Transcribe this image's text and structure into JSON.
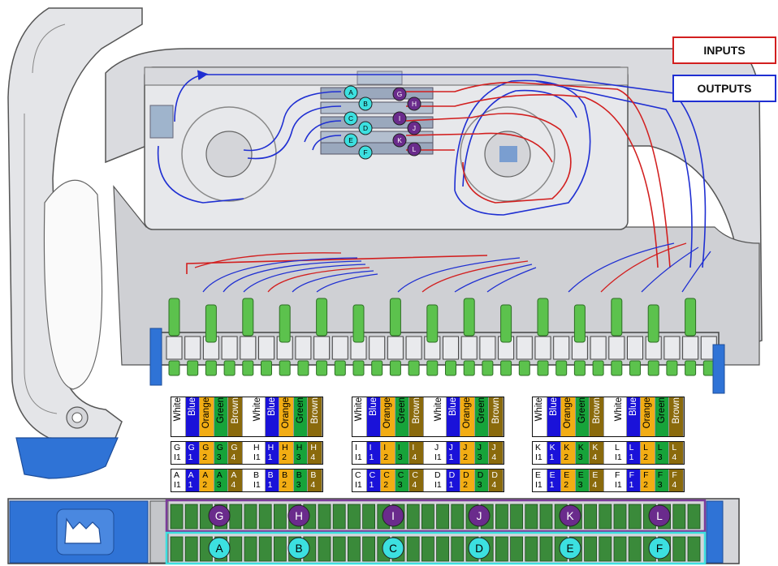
{
  "legend": {
    "inputs": "INPUTS",
    "outputs": "OUTPUTS",
    "input_color": "#d21f1f",
    "output_color": "#1f2fd2"
  },
  "colors": {
    "White": "#ffffff",
    "Blue": "#1a12d9",
    "Orange": "#f2ad14",
    "Green": "#17a33a",
    "Brown": "#8a6a0c",
    "green_connector": "#5cc24d",
    "tray_blue": "#2f73d6",
    "purple": "#6a2b8c",
    "cyan": "#3ce0e0"
  },
  "splitter_labels": {
    "outputs": [
      "A",
      "B",
      "C",
      "D",
      "E",
      "F"
    ],
    "inputs": [
      "G",
      "H",
      "I",
      "J",
      "K",
      "L"
    ]
  },
  "tables": [
    {
      "groups": [
        {
          "head": [
            "White",
            "Blue",
            "Orange",
            "Green",
            "Brown"
          ],
          "row1": [
            [
              "G",
              "I1"
            ],
            [
              "G",
              "1"
            ],
            [
              "G",
              "2"
            ],
            [
              "G",
              "3"
            ],
            [
              "G",
              "4"
            ]
          ],
          "row2": [
            [
              "A",
              "I1"
            ],
            [
              "A",
              "1"
            ],
            [
              "A",
              "2"
            ],
            [
              "A",
              "3"
            ],
            [
              "A",
              "4"
            ]
          ]
        },
        {
          "head": [
            "White",
            "Blue",
            "Orange",
            "Green",
            "Brown"
          ],
          "row1": [
            [
              "H",
              "I1"
            ],
            [
              "H",
              "1"
            ],
            [
              "H",
              "2"
            ],
            [
              "H",
              "3"
            ],
            [
              "H",
              "4"
            ]
          ],
          "row2": [
            [
              "B",
              "I1"
            ],
            [
              "B",
              "1"
            ],
            [
              "B",
              "2"
            ],
            [
              "B",
              "3"
            ],
            [
              "B",
              "4"
            ]
          ]
        }
      ]
    },
    {
      "groups": [
        {
          "head": [
            "White",
            "Blue",
            "Orange",
            "Green",
            "Brown"
          ],
          "row1": [
            [
              "I",
              "I1"
            ],
            [
              "I",
              "1"
            ],
            [
              "I",
              "2"
            ],
            [
              "I",
              "3"
            ],
            [
              "I",
              "4"
            ]
          ],
          "row2": [
            [
              "C",
              "I1"
            ],
            [
              "C",
              "1"
            ],
            [
              "C",
              "2"
            ],
            [
              "C",
              "3"
            ],
            [
              "C",
              "4"
            ]
          ]
        },
        {
          "head": [
            "White",
            "Blue",
            "Orange",
            "Green",
            "Brown"
          ],
          "row1": [
            [
              "J",
              "I1"
            ],
            [
              "J",
              "1"
            ],
            [
              "J",
              "2"
            ],
            [
              "J",
              "3"
            ],
            [
              "J",
              "4"
            ]
          ],
          "row2": [
            [
              "D",
              "I1"
            ],
            [
              "D",
              "1"
            ],
            [
              "D",
              "2"
            ],
            [
              "D",
              "3"
            ],
            [
              "D",
              "4"
            ]
          ]
        }
      ]
    },
    {
      "groups": [
        {
          "head": [
            "White",
            "Blue",
            "Orange",
            "Green",
            "Brown"
          ],
          "row1": [
            [
              "K",
              "I1"
            ],
            [
              "K",
              "1"
            ],
            [
              "K",
              "2"
            ],
            [
              "K",
              "3"
            ],
            [
              "K",
              "4"
            ]
          ],
          "row2": [
            [
              "E",
              "I1"
            ],
            [
              "E",
              "1"
            ],
            [
              "E",
              "2"
            ],
            [
              "E",
              "3"
            ],
            [
              "E",
              "4"
            ]
          ]
        },
        {
          "head": [
            "White",
            "Blue",
            "Orange",
            "Green",
            "Brown"
          ],
          "row1": [
            [
              "L",
              "I1"
            ],
            [
              "L",
              "1"
            ],
            [
              "L",
              "2"
            ],
            [
              "L",
              "3"
            ],
            [
              "L",
              "4"
            ]
          ],
          "row2": [
            [
              "F",
              "I1"
            ],
            [
              "F",
              "1"
            ],
            [
              "F",
              "2"
            ],
            [
              "F",
              "3"
            ],
            [
              "F",
              "4"
            ]
          ]
        }
      ]
    }
  ],
  "bottom_strip": {
    "top_row": [
      "G",
      "H",
      "I",
      "J",
      "K",
      "L"
    ],
    "bottom_row": [
      "A",
      "B",
      "C",
      "D",
      "E",
      "F"
    ]
  }
}
